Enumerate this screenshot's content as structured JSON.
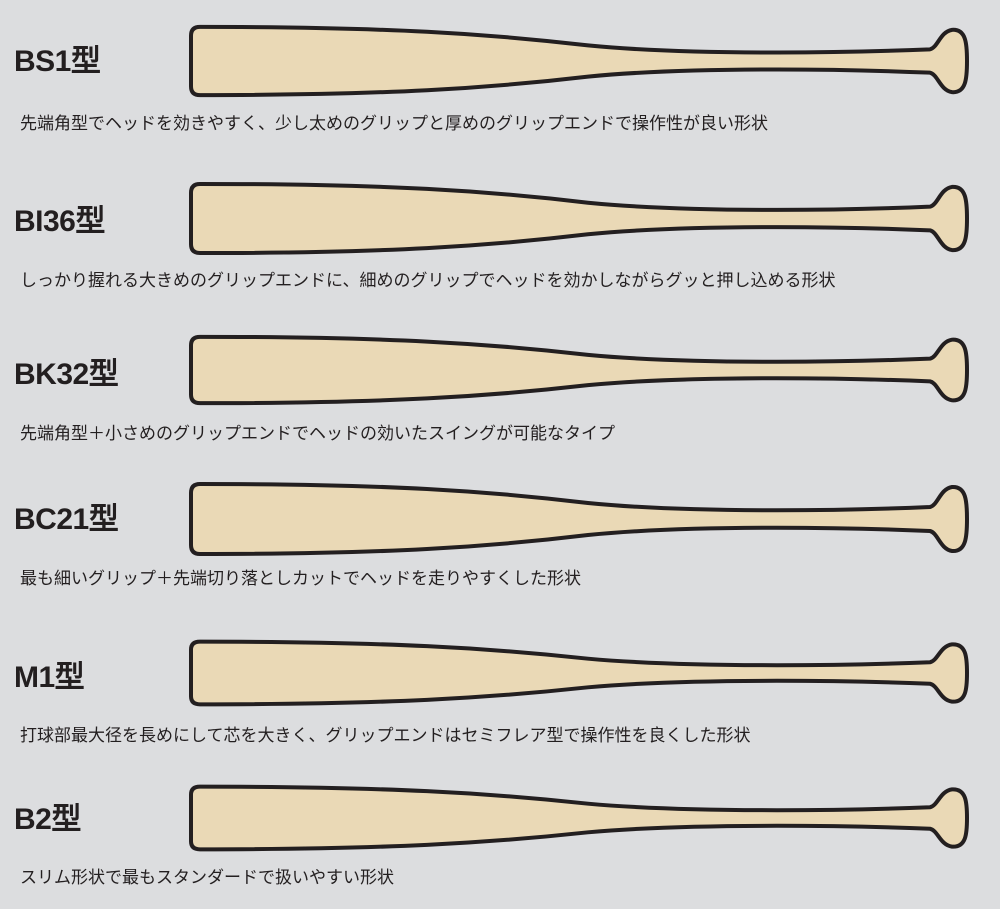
{
  "colors": {
    "background": "#dcdddf",
    "bat_fill": "#ead9b6",
    "bat_outline": "#231f20",
    "text": "#231f20"
  },
  "bats": [
    {
      "name": "BS1型",
      "description": "先端角型でヘッドを効きやすく、少し太めのグリップと厚めのグリップエンドで操作性が良い形状"
    },
    {
      "name": "BI36型",
      "description": "しっかり握れる大きめのグリップエンドに、細めのグリップでヘッドを効かしながらグッと押し込める形状"
    },
    {
      "name": "BK32型",
      "description": "先端角型＋小さめのグリップエンドでヘッドの効いたスイングが可能なタイプ"
    },
    {
      "name": "BC21型",
      "description": "最も細いグリップ＋先端切り落としカットでヘッドを走りやすくした形状"
    },
    {
      "name": "M1型",
      "description": "打球部最大径を長めにして芯を大きく、グリップエンドはセミフレア型で操作性を良くした形状"
    },
    {
      "name": "B2型",
      "description": "スリム形状で最もスタンダードで扱いやすい形状"
    }
  ]
}
